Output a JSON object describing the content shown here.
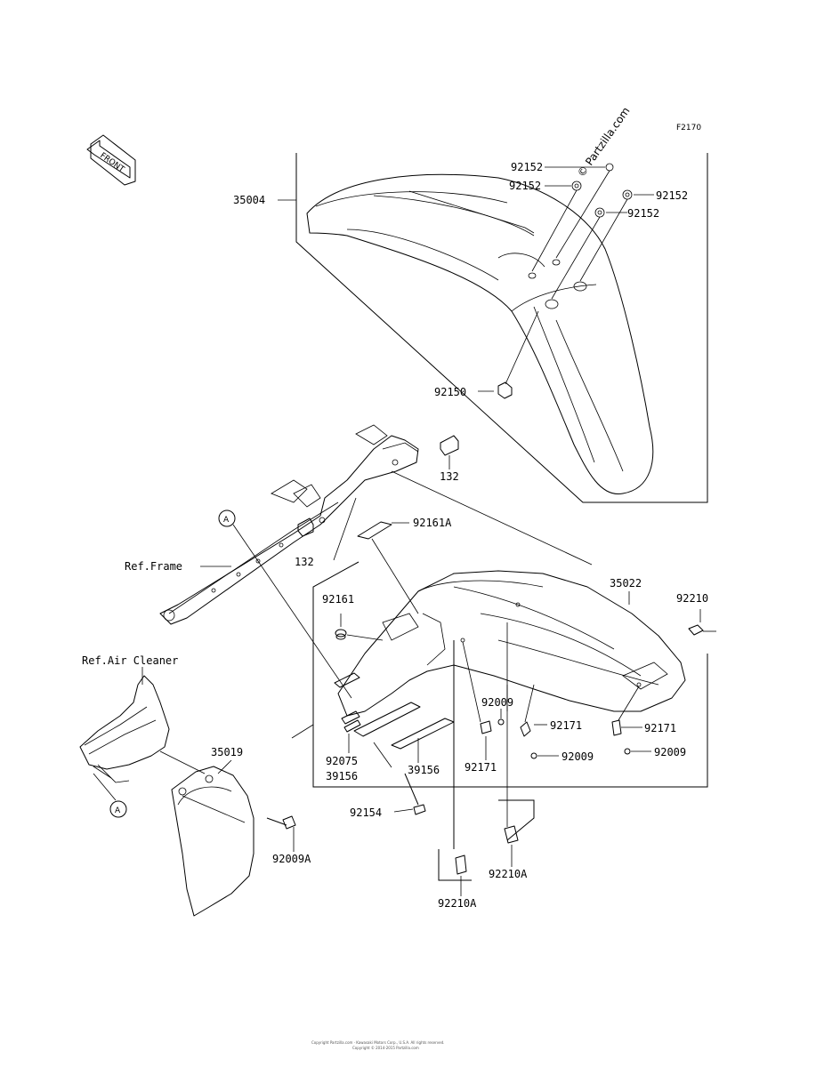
{
  "figure_code": "F2170",
  "watermark": "© Partzilla.com",
  "front_label": "FRONT",
  "labels": {
    "p35004": "35004",
    "p92152_a": "92152",
    "p92152_b": "92152",
    "p92152_c": "92152",
    "p92152_d": "92152",
    "p92150": "92150",
    "p132_a": "132",
    "p132_b": "132",
    "p92161A": "92161A",
    "ref_frame": "Ref.Frame",
    "callout_a_top": "A",
    "p35022": "35022",
    "p92210": "92210",
    "p92161": "92161",
    "ref_air_cleaner": "Ref.Air Cleaner",
    "p92009_a": "92009",
    "p92171_a": "92171",
    "p92171_b": "92171",
    "p92171_c": "92171",
    "p92009_b": "92009",
    "p92009_c": "92009",
    "p35019": "35019",
    "p92075": "92075",
    "p39156_a": "39156",
    "p39156_b": "39156",
    "callout_a_bottom": "A",
    "p92154": "92154",
    "p92009A": "92009A",
    "p92210A_a": "92210A",
    "p92210A_b": "92210A"
  },
  "footer_line1": "Copyright Partzilla.com · Kawasaki Motors Corp., U.S.A. All rights reserved.",
  "footer_line2": "Copyright © 2014-2015 Partzilla.com"
}
